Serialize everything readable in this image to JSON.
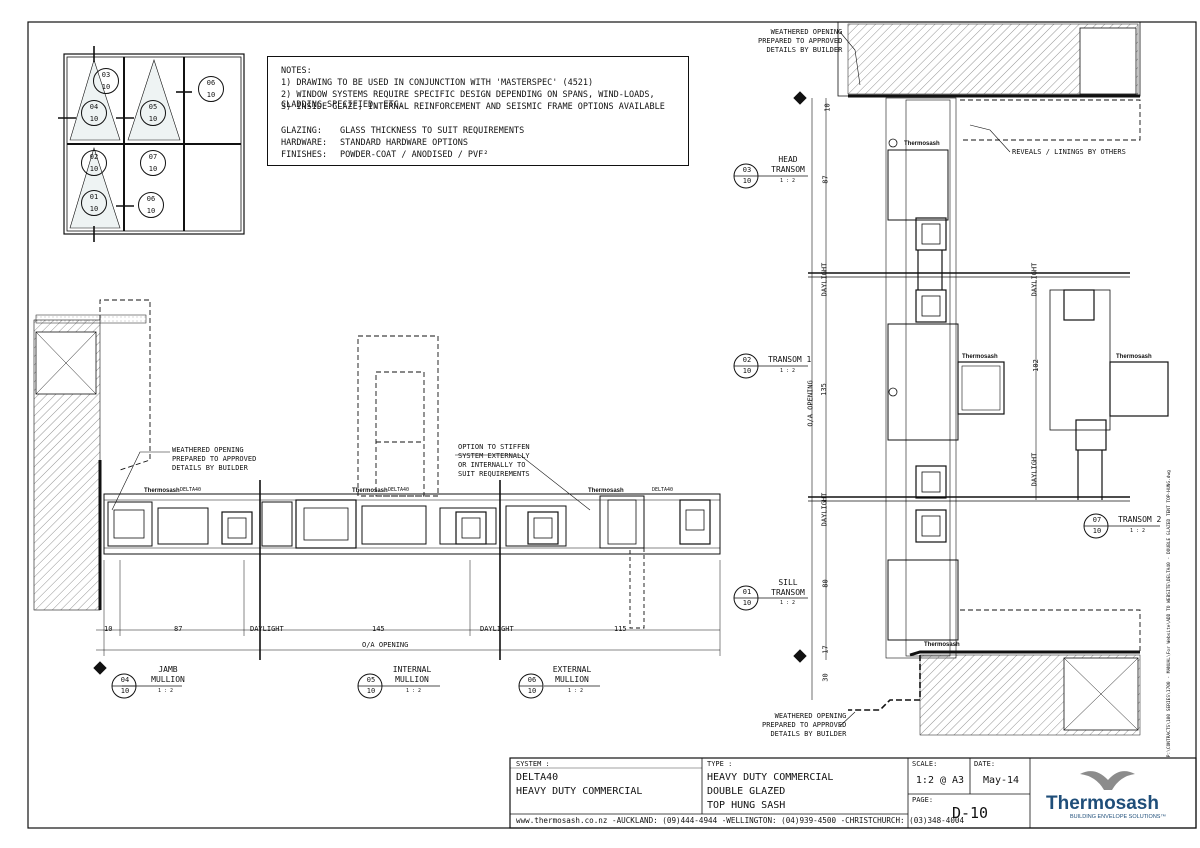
{
  "notes": {
    "heading": "NOTES:",
    "items": [
      "1) DRAWING TO BE USED IN CONJUNCTION WITH 'MASTERSPEC' (4521)",
      "2) WINDOW SYSTEMS REQUIRE SPECIFIC DESIGN DEPENDING ON SPANS, WIND-LOADS, CLADDING SPECIFIED, ETC.",
      "3) INSIDE GLAZE, INTERNAL REINFORCEMENT AND SEISMIC FRAME OPTIONS AVAILABLE"
    ],
    "specs": [
      {
        "label": "GLAZING:",
        "value": "GLASS THICKNESS TO SUIT REQUIREMENTS"
      },
      {
        "label": "HARDWARE:",
        "value": "STANDARD HARDWARE OPTIONS"
      },
      {
        "label": "FINISHES:",
        "value": "POWDER-COAT / ANODISED / PVF²"
      }
    ]
  },
  "key_plan": {
    "callouts": [
      {
        "num": "03",
        "sheet": "10"
      },
      {
        "num": "04",
        "sheet": "10"
      },
      {
        "num": "05",
        "sheet": "10"
      },
      {
        "num": "06",
        "sheet": "10"
      },
      {
        "num": "02",
        "sheet": "10"
      },
      {
        "num": "07",
        "sheet": "10"
      },
      {
        "num": "01",
        "sheet": "10"
      },
      {
        "num": "06",
        "sheet": "10"
      }
    ]
  },
  "details": [
    {
      "num": "04",
      "sheet": "10",
      "title": [
        "JAMB",
        "MULLION"
      ],
      "scale": "1 : 2"
    },
    {
      "num": "05",
      "sheet": "10",
      "title": [
        "INTERNAL",
        "MULLION"
      ],
      "scale": "1 : 2"
    },
    {
      "num": "06",
      "sheet": "10",
      "title": [
        "EXTERNAL",
        "MULLION"
      ],
      "scale": "1 : 2"
    },
    {
      "num": "03",
      "sheet": "10",
      "title": [
        "HEAD",
        "TRANSOM"
      ],
      "scale": "1 : 2"
    },
    {
      "num": "02",
      "sheet": "10",
      "title": [
        "TRANSOM 1"
      ],
      "scale": "1 : 2"
    },
    {
      "num": "01",
      "sheet": "10",
      "title": [
        "SILL",
        "TRANSOM"
      ],
      "scale": "1 : 2"
    },
    {
      "num": "07",
      "sheet": "10",
      "title": [
        "TRANSOM 2"
      ],
      "scale": "1 : 2"
    }
  ],
  "annotations": {
    "weathered_opening": [
      "WEATHERED OPENING",
      "PREPARED TO APPROVED",
      "DETAILS BY BUILDER"
    ],
    "option_stiffen": [
      "OPTION TO STIFFEN",
      "SYSTEM EXTERNALLY",
      "OR INTERNALLY TO",
      "SUIT REQUIREMENTS"
    ],
    "reveals": "REVEALS / LININGS BY OTHERS",
    "brand_stamp": "Thermosash",
    "product_stamp": "DELTA40"
  },
  "plan_dims": {
    "d1": "10",
    "d2": "87",
    "daylight": "DAYLIGHT",
    "d3": "145",
    "d4": "115",
    "oa": "O/A OPENING"
  },
  "section_dims": {
    "d10": "10",
    "d87": "87",
    "daylight": "DAYLIGHT",
    "oa": "O/A OPENING",
    "d135": "135",
    "d80": "80",
    "d17": "17",
    "d30": "30",
    "d102": "102"
  },
  "filepath": "P:\\CONTRACTS\\100 SERIES\\1700 - MANUAL\\For Website\\ADD TO WEBSITE\\DELTA40 - DOUBLE GLAZED TENT TOP-HUNG.dwg",
  "title_block": {
    "system_label": "SYSTEM :",
    "system_lines": [
      "DELTA40",
      "HEAVY DUTY COMMERCIAL"
    ],
    "type_label": "TYPE :",
    "type_lines": [
      "HEAVY DUTY COMMERCIAL",
      "DOUBLE GLAZED",
      "TOP HUNG SASH"
    ],
    "scale_label": "SCALE:",
    "scale": "1:2 @ A3",
    "date_label": "DATE:",
    "date": "May-14",
    "page_label": "PAGE:",
    "page": "D-10",
    "contacts": "www.thermosash.co.nz -AUCKLAND: (09)444-4944 -WELLINGTON: (04)939-4500 -CHRISTCHURCH: (03)348-4004",
    "logo_name": "Thermosash",
    "logo_tagline": "BUILDING ENVELOPE SOLUTIONS™",
    "logo_color": "#1f4e79"
  }
}
